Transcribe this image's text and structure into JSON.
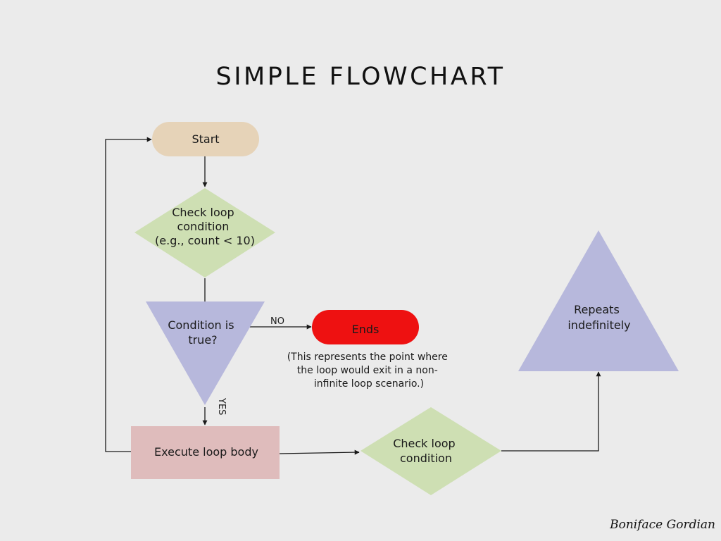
{
  "title": "SIMPLE FLOWCHART",
  "nodes": {
    "start": {
      "label": "Start",
      "color": "#e6d3b8"
    },
    "check_loop_condition_1": {
      "lines": [
        "Check loop",
        "condition",
        "(e.g., count < 10)"
      ],
      "color": "#cedfb3"
    },
    "condition_is_true": {
      "lines": [
        "Condition is",
        "true?"
      ],
      "color": "#b7b8dc"
    },
    "ends": {
      "label": "Ends",
      "color": "#ee1111"
    },
    "execute_loop_body": {
      "label": "Execute loop body",
      "color": "#dfbcbc"
    },
    "check_loop_condition_2": {
      "lines": [
        "Check loop",
        "condition"
      ],
      "color": "#cedfb3"
    },
    "repeats_indefinitely": {
      "lines": [
        "Repeats",
        "indefinitely"
      ],
      "color": "#b7b8dc"
    }
  },
  "edge_labels": {
    "no": "NO",
    "yes": "YES"
  },
  "note": {
    "lines": [
      "(This represents the point where",
      "the loop would exit in a non-",
      "infinite loop scenario.)"
    ]
  },
  "credit": "Boniface Gordian"
}
